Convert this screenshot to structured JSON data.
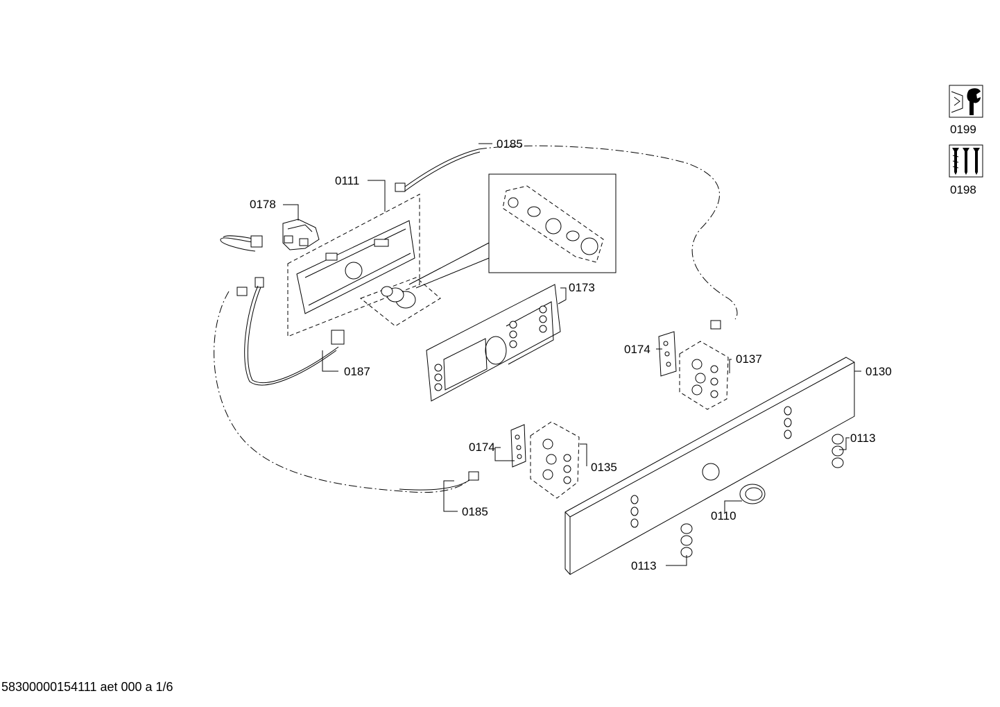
{
  "labels": {
    "p0185_top": "0185",
    "p0111": "0111",
    "p0178": "0178",
    "p0173": "0173",
    "p0187": "0187",
    "p0174_right": "0174",
    "p0137": "0137",
    "p0130": "0130",
    "p0174_left": "0174",
    "p0135": "0135",
    "p0113_right": "0113",
    "p0185_bottom": "0185",
    "p0110": "0110",
    "p0113_bottom": "0113"
  },
  "legend": {
    "tools": "0199",
    "screws": "0198"
  },
  "footer": {
    "doc_id": "58300000154111 aet 000 a 1/6"
  },
  "icons": [
    "wrench-nut-icon",
    "screws-icon"
  ]
}
